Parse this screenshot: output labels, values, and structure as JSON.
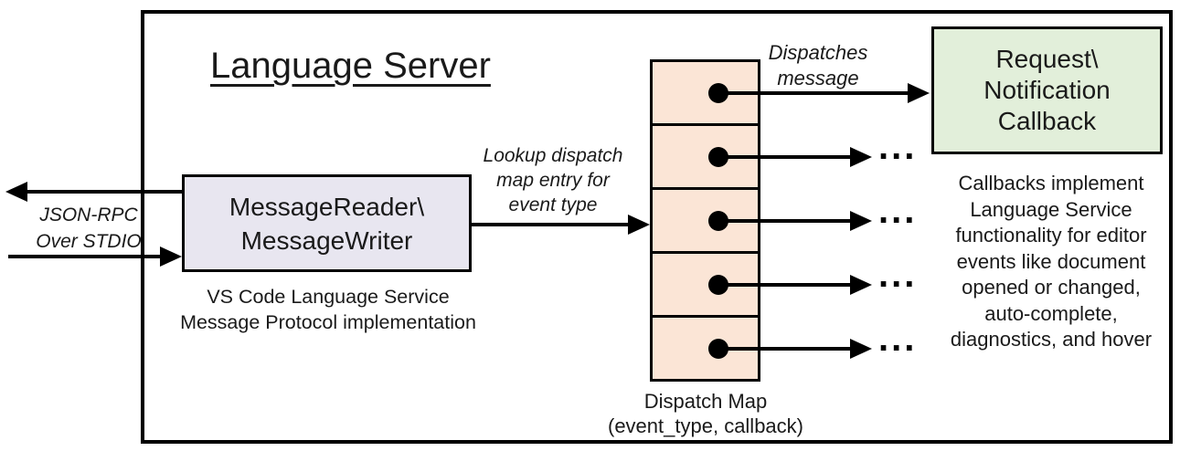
{
  "diagram": {
    "title": "Language Server",
    "io_label": "JSON-RPC\nOver STDIO",
    "reader_box": {
      "label": "MessageReader\\\nMessageWriter",
      "caption": "VS Code Language Service\nMessage Protocol implementation"
    },
    "lookup_label": "Lookup dispatch\nmap entry for\nevent type",
    "dispatch_map": {
      "caption": "Dispatch Map\n(event_type, callback)",
      "cell_count": 5
    },
    "dispatches_label": "Dispatches\nmessage",
    "callback_box": {
      "label": "Request\\\nNotification\nCallback"
    },
    "callbacks_note": "Callbacks implement\nLanguage Service\nfunctionality for editor\nevents like document\nopened or changed,\nauto-complete,\ndiagnostics, and hover",
    "ellipsis": "...",
    "colors": {
      "reader_fill": "#e8e6f0",
      "map_fill": "#fbe5d6",
      "callback_fill": "#e2efda",
      "line": "#000000"
    }
  }
}
